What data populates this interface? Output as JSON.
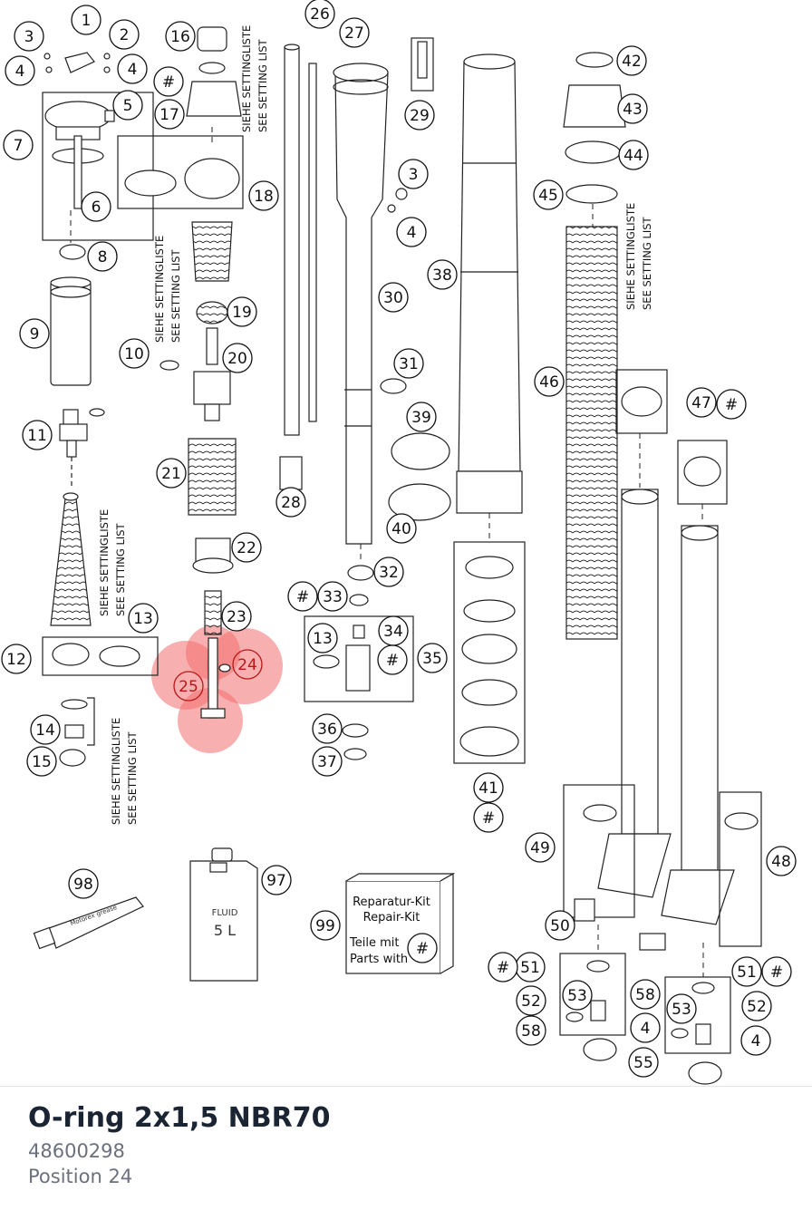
{
  "diagram": {
    "callouts": [
      "1",
      "2",
      "3",
      "4",
      "5",
      "6",
      "7",
      "8",
      "9",
      "10",
      "11",
      "12",
      "13",
      "14",
      "15",
      "16",
      "17",
      "18",
      "19",
      "20",
      "21",
      "22",
      "23",
      "24",
      "25",
      "26",
      "27",
      "28",
      "29",
      "30",
      "31",
      "32",
      "33",
      "34",
      "35",
      "36",
      "37",
      "38",
      "39",
      "40",
      "41",
      "42",
      "43",
      "44",
      "45",
      "46",
      "47",
      "48",
      "49",
      "50",
      "51",
      "52",
      "53",
      "55",
      "58",
      "97",
      "98",
      "99"
    ],
    "hash_marker": "#",
    "setting_note_de": "SIEHE SETTINGLISTE",
    "setting_note_en": "SEE SETTING LIST",
    "repair_kit": {
      "line1": "Reparatur-Kit",
      "line2": "Repair-Kit",
      "line3": "Teile mit",
      "line4": "Parts with"
    },
    "oil_can_label": "FLUID",
    "oil_can_volume": "5 L",
    "grease_tube_label": "Motorex grease",
    "highlight_color": "#f26d6d"
  },
  "part": {
    "title": "O-ring 2x1,5 NBR70",
    "number": "48600298",
    "position_text": "Position 24"
  }
}
